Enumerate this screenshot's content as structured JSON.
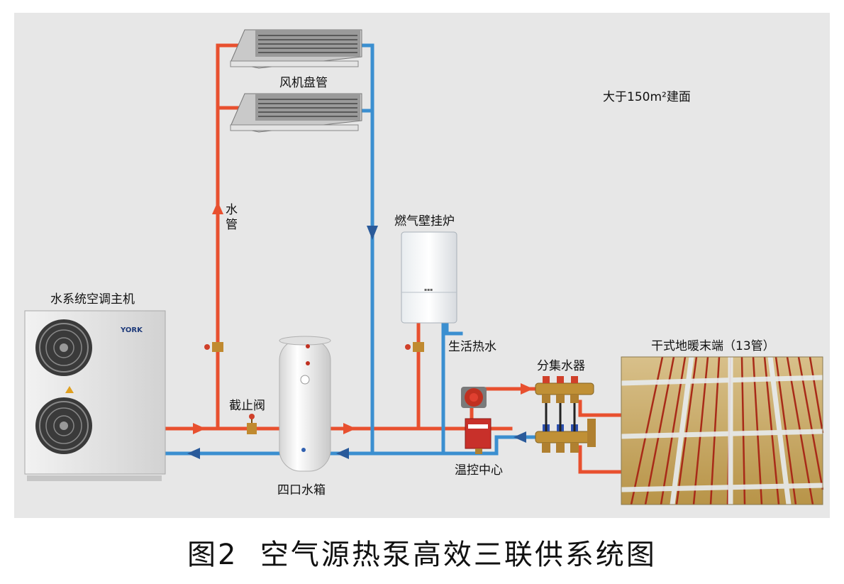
{
  "labels": {
    "fan_coil": "风机盘管",
    "area_note": "大于150m²建面",
    "water_pipe_1": "水",
    "water_pipe_2": "管",
    "gas_boiler": "燃气壁挂炉",
    "main_unit": "水系统空调主机",
    "domestic_hot_water": "生活热水",
    "shutoff_valve": "截止阀",
    "manifold": "分集水器",
    "floor_heating": "干式地暖末端（13管）",
    "thermostat_center": "温控中心",
    "water_tank": "四口水箱",
    "unit_brand": "YORK"
  },
  "caption": "图2  空气源热泵高效三联供系统图",
  "colors": {
    "panel_bg": "#e7e7e7",
    "hot_pipe": "#e8502f",
    "cold_pipe": "#3b8fd0",
    "arrow_dark": "#2a5a9a"
  }
}
